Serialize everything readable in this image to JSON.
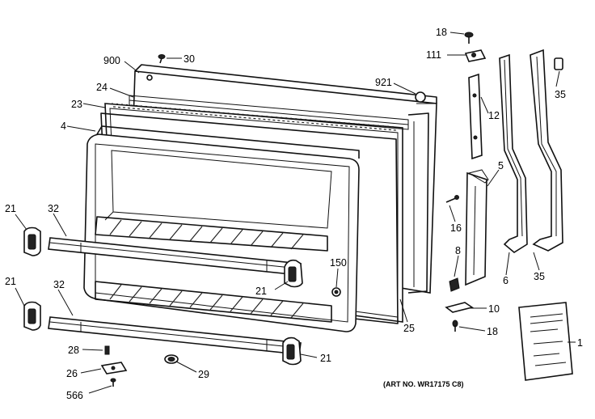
{
  "labels": {
    "l18a": "18",
    "l111": "111",
    "l900": "900",
    "l30": "30",
    "l921": "921",
    "l35a": "35",
    "l24": "24",
    "l23": "23",
    "l12": "12",
    "l4": "4",
    "l5": "5",
    "l21a": "21",
    "l32a": "32",
    "l16": "16",
    "l21b": "21",
    "l32b": "32",
    "l8": "8",
    "l150": "150",
    "l21c": "21",
    "l6": "6",
    "l35b": "35",
    "l10": "10",
    "l25": "25",
    "l18b": "18",
    "l1": "1",
    "l28": "28",
    "l21d": "21",
    "l26": "26",
    "l29": "29",
    "l566": "566"
  },
  "art_number": "(ART NO. WR17175 C8)"
}
